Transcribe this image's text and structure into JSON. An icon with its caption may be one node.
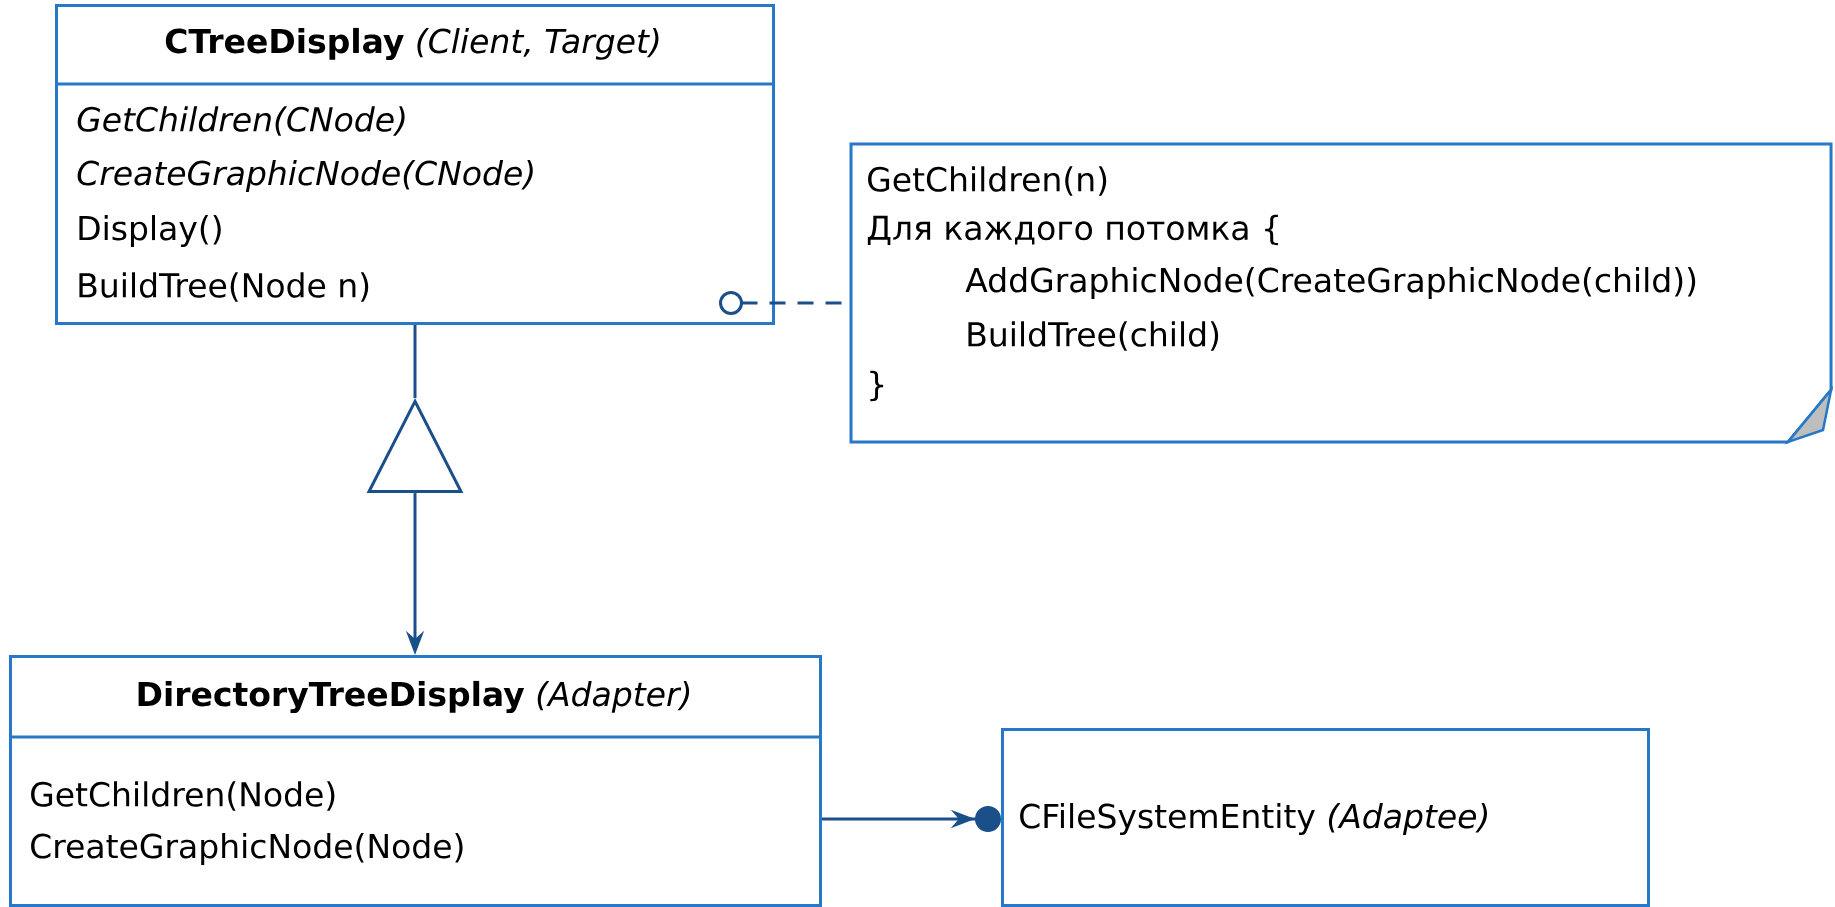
{
  "diagram": {
    "nodes": [
      {
        "text": [
          "**CTreeDisplay** *(Client, Target)*",
          "GetChildren(CNode)",
          "CreateGraphicNode(CNode)",
          "Display()",
          "BuildTree(Node n)"
        ]
      },
      {
        "text": [
          "GetChildren(n)",
          "Для каждого потомка {",
          "AddGraphicNode(CreateGraphicNode(child))",
          "BuildTree(child)",
          "}"
        ]
      },
      {
        "text": [
          "**DirectoryTreeDisplay** *(Adapter)*",
          "GetChildren(Node)",
          "CreateGraphicNode(Node)"
        ]
      },
      {
        "text": [
          "CFileSystemEntity *(Adaptee)*"
        ]
      },
      {
        "text": [],
        "shape": "triangle"
      }
    ],
    "edges": [
      {
        "from": 0,
        "to": 1,
        "arrow": "other",
        "style": "dashed"
      },
      {
        "from": 0,
        "to": 4,
        "arrow": "none"
      },
      {
        "from": 4,
        "to": 2,
        "arrow": "to"
      },
      {
        "from": 2,
        "to": 3,
        "arrow": "to"
      }
    ]
  }
}
